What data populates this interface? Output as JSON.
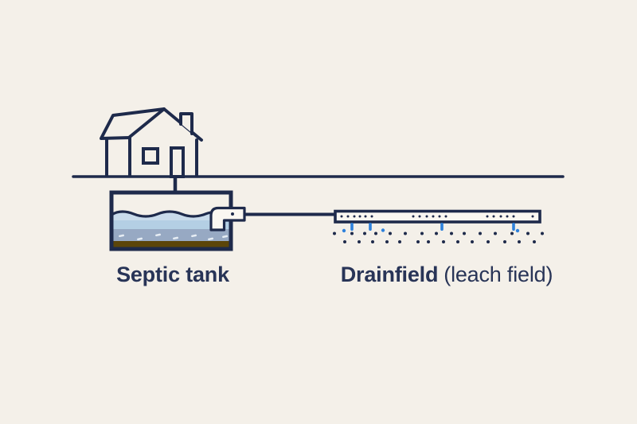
{
  "labels": {
    "septic_tank": "Septic tank",
    "drainfield_bold": "Drainfield",
    "drainfield_rest": "(leach field)"
  },
  "colors": {
    "background": "#f4f0e9",
    "ink": "#1e2a4b",
    "text": "#283457",
    "water_top": "#c9dbeb",
    "water_light": "#b4cfe4",
    "water_mid": "#97a9c3",
    "sludge_brown": "#5b4509",
    "pipe_fill": "#faf7f1",
    "drip_blue": "#2e81dc",
    "speck_white": "#e6edf4"
  }
}
